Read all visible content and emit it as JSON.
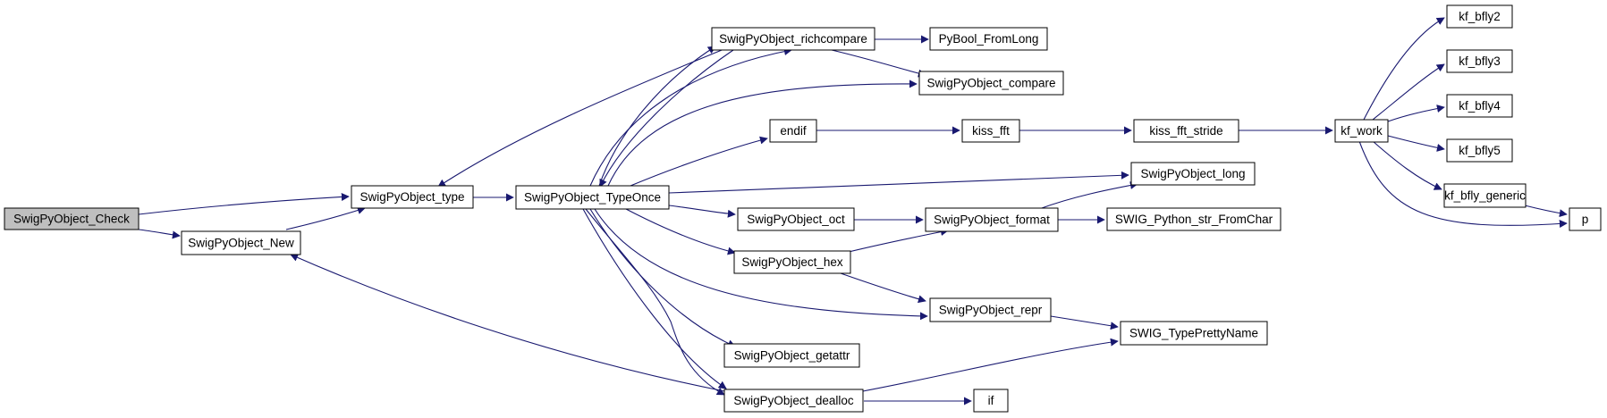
{
  "colors": {
    "edge": "#191970",
    "root_fill": "#bfbfbf",
    "node_fill": "#ffffff",
    "node_border": "#000000"
  },
  "nodes": {
    "check": "SwigPyObject_Check",
    "type": "SwigPyObject_type",
    "new": "SwigPyObject_New",
    "typeonce": "SwigPyObject_TypeOnce",
    "richcompare": "SwigPyObject_richcompare",
    "pybool": "PyBool_FromLong",
    "compare": "SwigPyObject_compare",
    "endif": "endif",
    "kissfft": "kiss_fft",
    "kissstride": "kiss_fft_stride",
    "kfwork": "kf_work",
    "bfly2": "kf_bfly2",
    "bfly3": "kf_bfly3",
    "bfly4": "kf_bfly4",
    "bfly5": "kf_bfly5",
    "bflygen": "kf_bfly_generic",
    "p": "p",
    "long": "SwigPyObject_long",
    "oct": "SwigPyObject_oct",
    "format": "SwigPyObject_format",
    "strfromchar": "SWIG_Python_str_FromChar",
    "hex": "SwigPyObject_hex",
    "repr": "SwigPyObject_repr",
    "prettyname": "SWIG_TypePrettyName",
    "getattr": "SwigPyObject_getattr",
    "dealloc": "SwigPyObject_dealloc",
    "if": "if"
  }
}
